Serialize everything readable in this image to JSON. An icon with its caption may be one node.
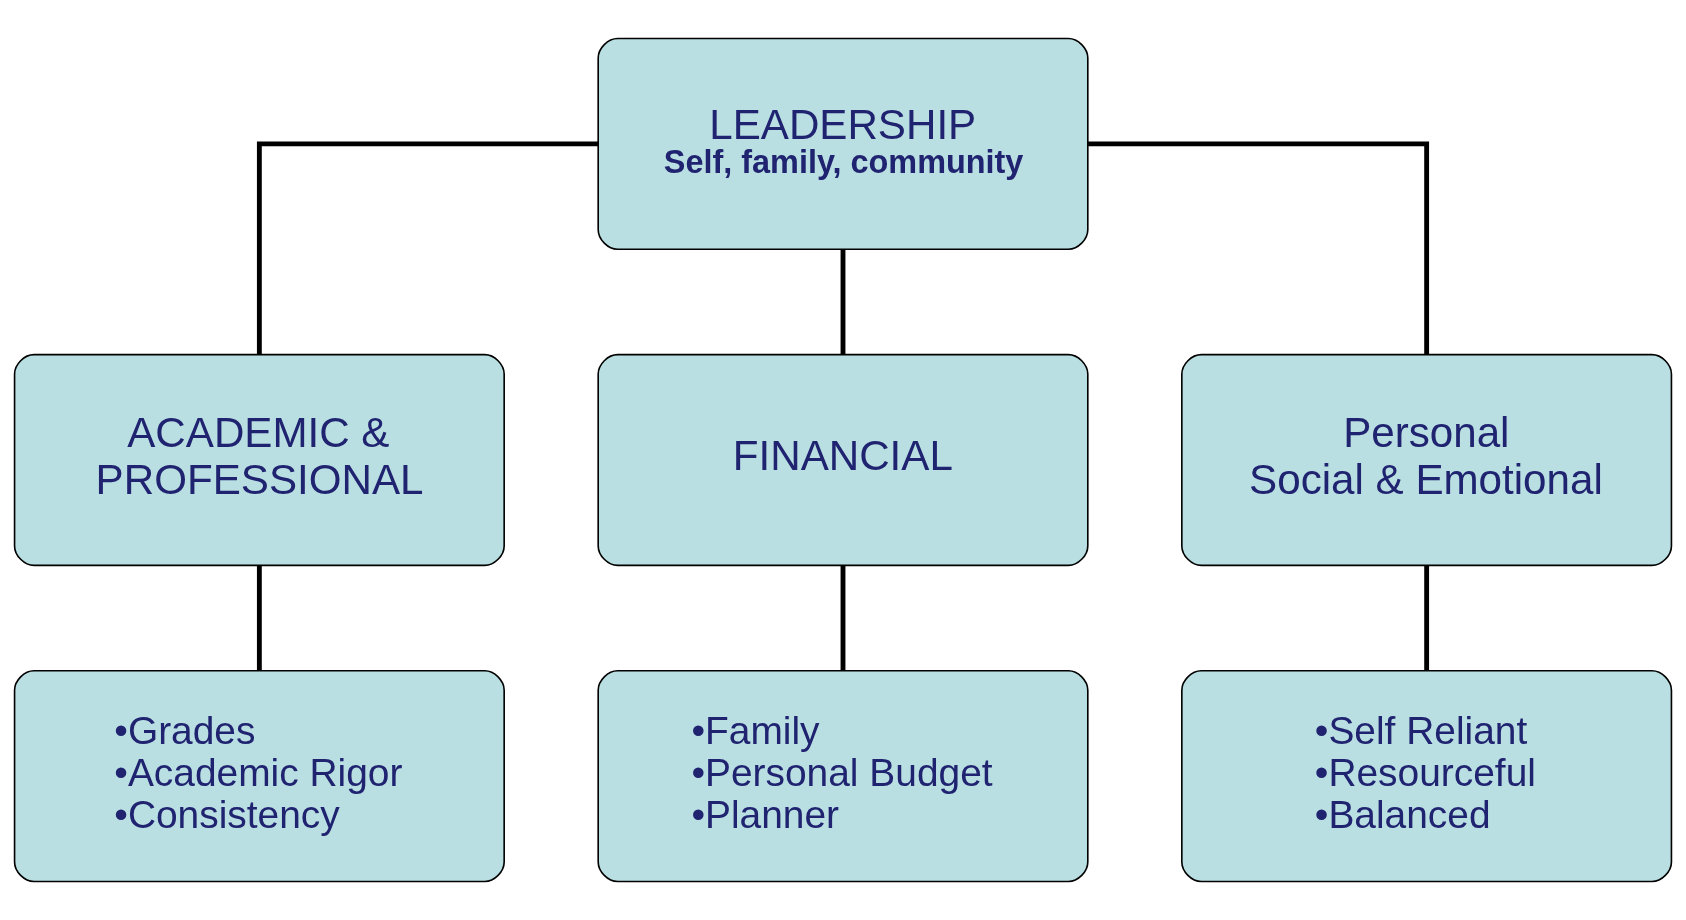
{
  "diagram": {
    "nodes": [
      {
        "text": [
          "LEADERSHIP",
          "Self, family, community"
        ]
      },
      {
        "text": [
          "ACADEMIC & PROFESSIONAL"
        ]
      },
      {
        "text": [
          "FINANCIAL"
        ]
      },
      {
        "text": [
          "Personal Social & Emotional"
        ]
      },
      {
        "text": [
          "•Grades",
          "•Academic Rigor",
          "•Consistency"
        ]
      },
      {
        "text": [
          "•Family",
          "•Personal Budget",
          "•Planner"
        ]
      },
      {
        "text": [
          "•Self Reliant",
          "•Resourceful",
          "•Balanced"
        ]
      }
    ],
    "edges": [
      {
        "from": 0,
        "to": 1,
        "arrow": "none"
      },
      {
        "from": 0,
        "to": 2,
        "arrow": "none"
      },
      {
        "from": 0,
        "to": 3,
        "arrow": "none"
      },
      {
        "from": 1,
        "to": 4,
        "arrow": "none"
      },
      {
        "from": 2,
        "to": 5,
        "arrow": "none"
      },
      {
        "from": 3,
        "to": 6,
        "arrow": "none"
      }
    ]
  }
}
